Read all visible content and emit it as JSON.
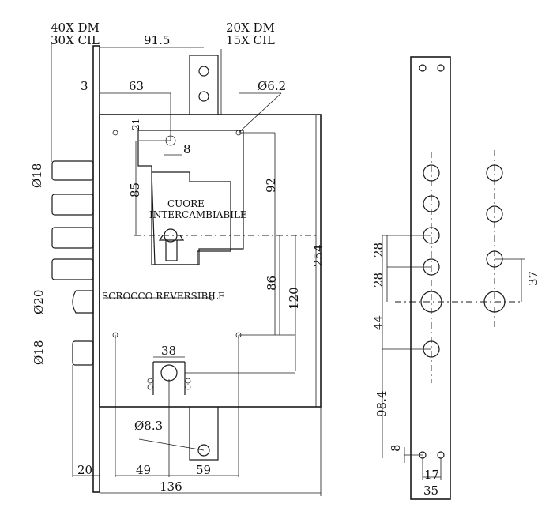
{
  "labels": {
    "top_left_1": "40X DM",
    "top_left_2": "30X CIL",
    "top_right_1": "20X DM",
    "top_right_2": "15X CIL",
    "core_1": "CUORE",
    "core_2": "INTERCAMBIABILE",
    "latch": "SCROCCO REVERSIBILE"
  },
  "dims": {
    "d915": "91.5",
    "d3": "3",
    "d63": "63",
    "d62": "Ø6.2",
    "d21": "21",
    "d8a": "8",
    "d18a": "Ø18",
    "d85": "85",
    "d92": "92",
    "d254": "254",
    "d86": "86",
    "d120": "120",
    "d20a": "Ø20",
    "d18b": "Ø18",
    "d38": "38",
    "d83": "Ø8.3",
    "d20b": "20",
    "d49": "49",
    "d59": "59",
    "d136": "136",
    "d28a": "28",
    "d28b": "28",
    "d44": "44",
    "d984": "98.4",
    "d8b": "8",
    "d17": "17",
    "d35": "35",
    "d37": "37"
  }
}
